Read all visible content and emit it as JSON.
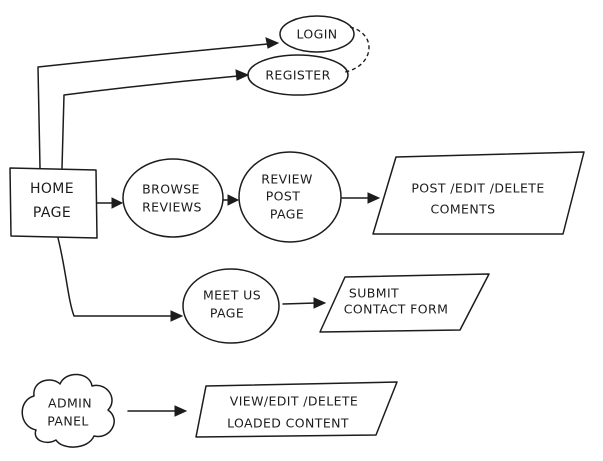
{
  "nodes": {
    "home": [
      "HOME",
      "PAGE"
    ],
    "login": [
      "LOGIN"
    ],
    "register": [
      "REGISTER"
    ],
    "browse": [
      "BROWSE",
      "REVIEWS"
    ],
    "review": [
      "REVIEW",
      "POST",
      "PAGE"
    ],
    "post": [
      "POST /EDIT /DELETE",
      "COMENTS"
    ],
    "meet": [
      "MEET US",
      "PAGE"
    ],
    "contact": [
      "SUBMIT",
      "CONTACT FORM"
    ],
    "admin": [
      "ADMIN",
      "PANEL"
    ],
    "view": [
      "VIEW/EDIT /DELETE",
      "LOADED CONTENT"
    ]
  }
}
